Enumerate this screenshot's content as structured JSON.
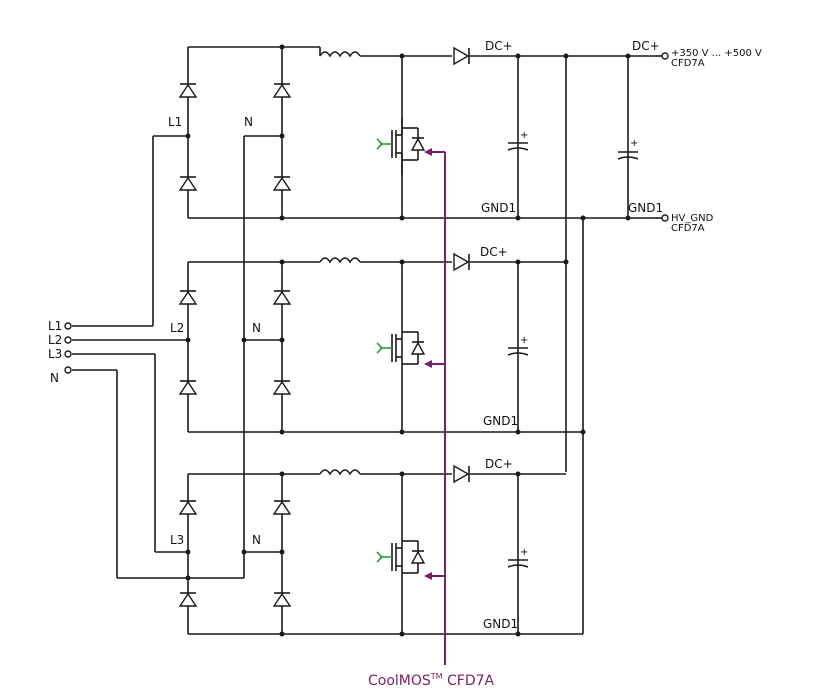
{
  "labels": {
    "dc_plus": "DC+",
    "gnd1": "GND1",
    "output_plus_range": "+350 V ... +500 V",
    "output_plus_type": "CFD7A",
    "output_gnd_name": "HV_GND",
    "output_gnd_type": "CFD7A",
    "cap_plus": "+",
    "input_l1": "L1",
    "input_l2": "L2",
    "input_l3": "L3",
    "input_n": "N",
    "stage1_phase": "L1",
    "stage1_neutral": "N",
    "stage2_phase": "L2",
    "stage2_neutral": "N",
    "stage3_phase": "L3",
    "stage3_neutral": "N",
    "coolmos_main": "CoolMOS",
    "coolmos_sup": "TM",
    "coolmos_suffix": " CFD7A"
  },
  "colors": {
    "wire": "#1a1a1a",
    "annotation": "#7a1f63",
    "gate": "#2e9e3a"
  }
}
